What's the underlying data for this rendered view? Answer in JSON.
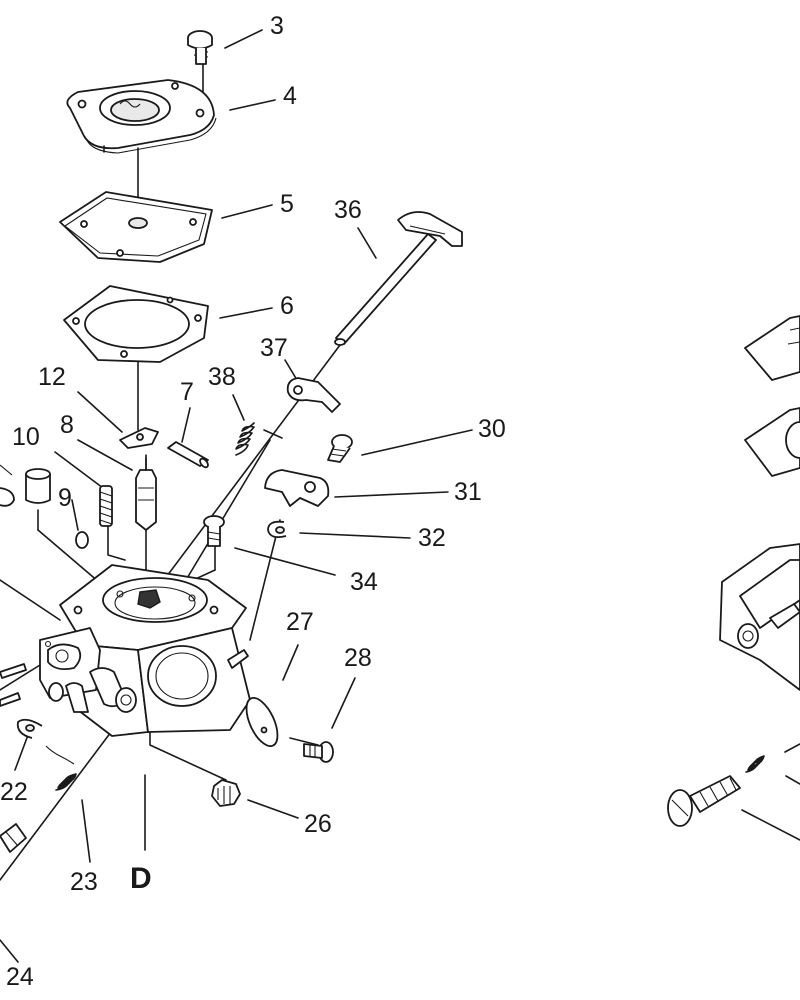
{
  "diagram": {
    "labels": [
      "3",
      "4",
      "5",
      "6",
      "36",
      "37",
      "38",
      "12",
      "7",
      "10",
      "8",
      "9",
      "30",
      "31",
      "32",
      "34",
      "27",
      "28",
      "22",
      "26",
      "23",
      "24"
    ],
    "view_label": "D"
  }
}
